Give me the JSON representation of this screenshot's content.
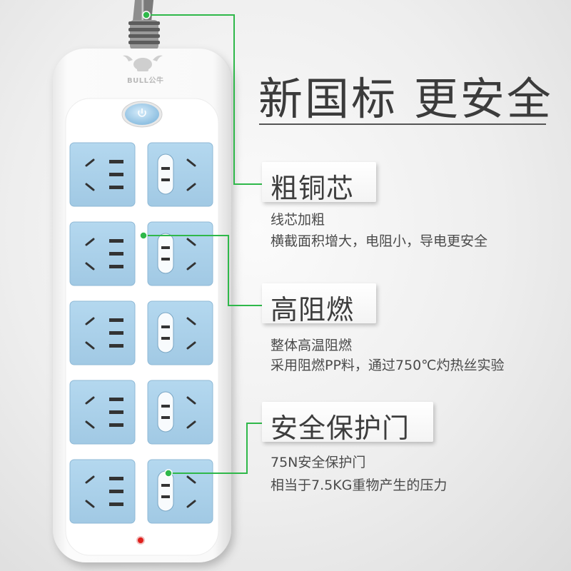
{
  "brand": {
    "logo_text": "BULL公牛"
  },
  "headline": "新国标  更安全",
  "features": [
    {
      "title": "粗铜芯",
      "lines": [
        "线芯加粗",
        "横截面积增大，电阻小，导电更安全"
      ]
    },
    {
      "title": "高阻燃",
      "lines": [
        "整体高温阻燃",
        "采用阻燃PP料，通过750℃灼热丝实验"
      ]
    },
    {
      "title": "安全保护门",
      "lines": [
        "75N安全保护门",
        "相当于7.5KG重物产生的压力"
      ]
    }
  ],
  "colors": {
    "accent_green": "#2fb84a",
    "socket_blue": "#a9d0ea",
    "strip_white": "#f7f7f7",
    "indicator_red": "#e0201c"
  },
  "socket_rows": 5
}
